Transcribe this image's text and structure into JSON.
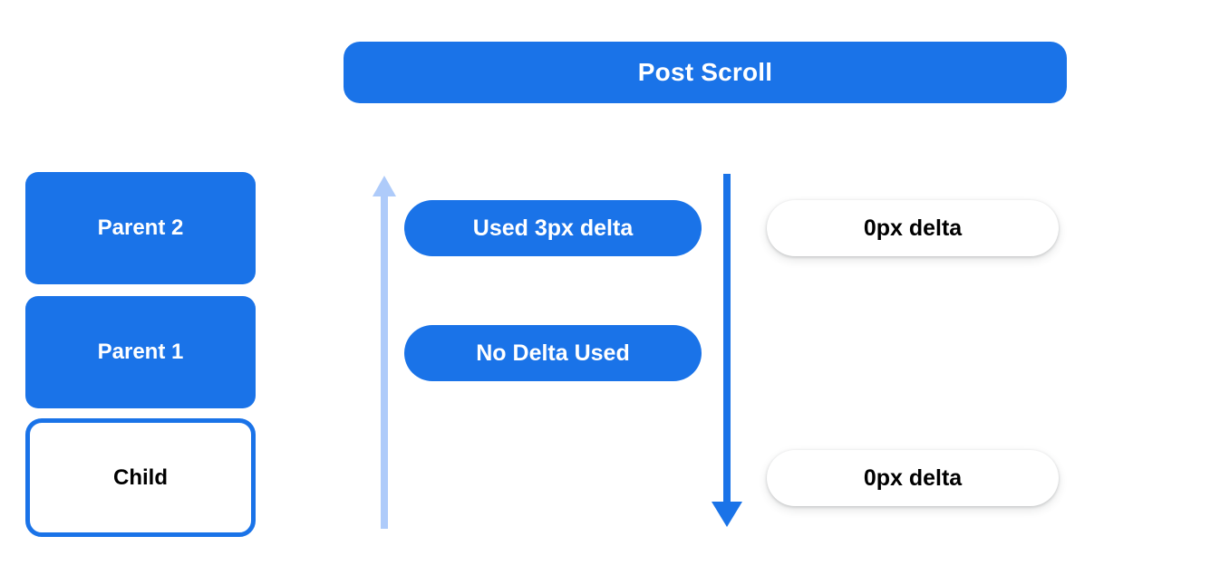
{
  "banner": {
    "title": "Post Scroll"
  },
  "colors": {
    "accent_blue": "#1a73e8",
    "light_blue": "#aecbfa",
    "white": "#ffffff",
    "text_dark": "#000000"
  },
  "hierarchy": {
    "boxes": [
      {
        "label": "Parent 2",
        "style": "filled"
      },
      {
        "label": "Parent 1",
        "style": "filled"
      },
      {
        "label": "Child",
        "style": "outlined"
      }
    ]
  },
  "arrows": [
    {
      "name": "scroll-up-arrow",
      "direction": "up",
      "color": "#aecbfa"
    },
    {
      "name": "scroll-down-arrow",
      "direction": "down",
      "color": "#1a73e8"
    }
  ],
  "consumed_pills": [
    {
      "label": "Used 3px delta"
    },
    {
      "label": "No Delta Used"
    }
  ],
  "remaining_pills": [
    {
      "label": "0px delta"
    },
    {
      "label": "0px delta"
    }
  ]
}
